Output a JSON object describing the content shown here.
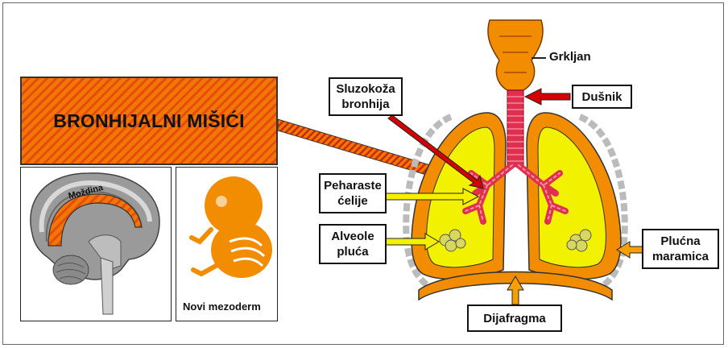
{
  "title": "BRONHIJALNI MIŠIĆI",
  "labels": {
    "grkljan": "Grkljan",
    "dusnik": "Dušnik",
    "sluzokoza": "Sluzokoža\nbronhija",
    "peharaste": "Peharaste\nćelije",
    "alveole": "Alveole\npluća",
    "plucna": "Plućna\nmaramica",
    "dijafragma": "Dijafragma",
    "mozdina": "Moždina",
    "mezoderm": "Novi mezoderm"
  },
  "colors": {
    "orange": "#f28c00",
    "stripe": "#e84a10",
    "lung_fill": "#f2f200",
    "bronchi": "#e03050",
    "arrow_red": "#d40000",
    "arrow_yellow": "#f5f000",
    "arrow_orange": "#f5a000"
  }
}
